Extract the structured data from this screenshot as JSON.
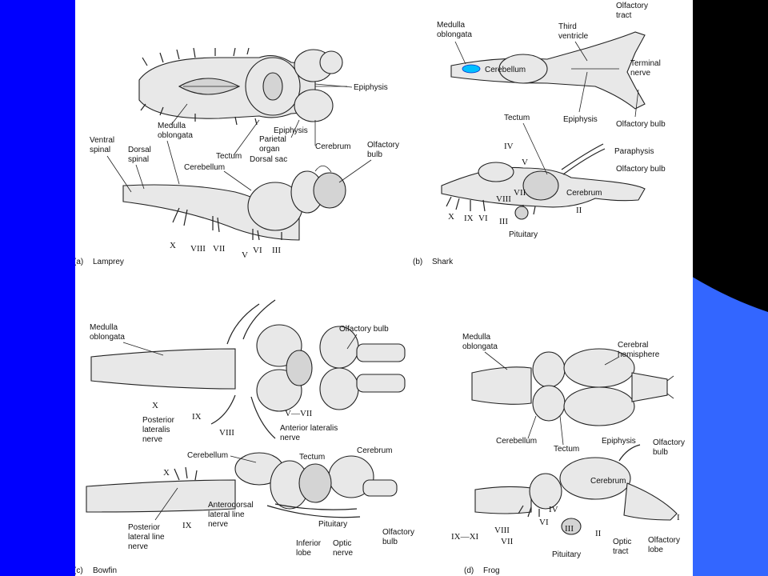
{
  "colors": {
    "strip": "#0000ff",
    "accent_light_blue": "#3366ff",
    "background": "#000000",
    "figure": "#ffffff"
  },
  "panels": {
    "a": {
      "caption_letter": "(a)",
      "caption_name": "Lamprey",
      "labels": {
        "epiphysis_top": "Epiphysis",
        "ventral": "Ventral",
        "spinal1": "spinal",
        "dorsal": "Dorsal",
        "spinal2": "spinal",
        "medulla": "Medulla",
        "oblongata": "oblongata",
        "epiphysis": "Epiphysis",
        "parietal": "Parietal",
        "organ": "organ",
        "cerebrum": "Cerebrum",
        "olf1": "Olfactory",
        "olf2": "bulb",
        "tectum": "Tectum",
        "dorsal_sac": "Dorsal sac",
        "cerebellum": "Cerebellum"
      },
      "numerals": {
        "x": "X",
        "viii": "VIII",
        "vii": "VII",
        "v": "V",
        "vi": "VI",
        "iii": "III"
      }
    },
    "b": {
      "caption_letter": "(b)",
      "caption_name": "Shark",
      "labels": {
        "medulla": "Medulla",
        "oblongata": "oblongata",
        "third": "Third",
        "ventricle": "ventricle",
        "olf_tract1": "Olfactory",
        "olf_tract2": "tract",
        "cerebellum": "Cerebellum",
        "terminal": "Terminal",
        "nerve": "nerve",
        "tectum": "Tectum",
        "epiphysis": "Epiphysis",
        "olf_bulb": "Olfactory bulb",
        "paraphysis": "Paraphysis",
        "olf_bulb2": "Olfactory bulb",
        "cerebrum": "Cerebrum",
        "pituitary": "Pituitary"
      },
      "numerals": {
        "iv": "IV",
        "v": "V",
        "vii": "VII",
        "viii": "VIII",
        "x": "X",
        "ix": "IX",
        "vi": "VI",
        "iii": "III",
        "ii": "II"
      }
    },
    "c": {
      "caption_letter": "(c)",
      "caption_name": "Bowfin",
      "labels": {
        "medulla": "Medulla",
        "oblongata": "oblongata",
        "olf_bulb": "Olfactory bulb",
        "post_lat1": "Posterior",
        "post_lat2": "lateralis",
        "post_lat3": "nerve",
        "ant_lat1": "Anterior lateralis",
        "ant_lat2": "nerve",
        "cerebellum": "Cerebellum",
        "tectum": "Tectum",
        "cerebrum": "Cerebrum",
        "pll1": "Posterior",
        "pll2": "lateral line",
        "pll3": "nerve",
        "ant1": "Anterodorsal",
        "ant2": "lateral line",
        "ant3": "nerve",
        "pituitary": "Pituitary",
        "inf1": "Inferior",
        "inf2": "lobe",
        "optic1": "Optic",
        "optic2": "nerve",
        "olf1": "Olfactory",
        "olf2": "bulb"
      },
      "numerals": {
        "x": "X",
        "ix": "IX",
        "viii": "VIII",
        "v_vii": "V—VII",
        "x2": "X",
        "ix2": "IX"
      }
    },
    "d": {
      "caption_letter": "(d)",
      "caption_name": "Frog",
      "labels": {
        "medulla": "Medulla",
        "oblongata": "oblongata",
        "cer_hem1": "Cerebral",
        "cer_hem2": "hemisphere",
        "cerebellum": "Cerebellum",
        "tectum": "Tectum",
        "epiphysis": "Epiphysis",
        "olf1": "Olfactory",
        "olf2": "bulb",
        "cerebrum": "Cerebrum",
        "pituitary": "Pituitary",
        "optic1": "Optic",
        "optic2": "tract",
        "olf_lobe1": "Olfactory",
        "olf_lobe2": "lobe"
      },
      "numerals": {
        "iv": "IV",
        "viii": "VIII",
        "vi": "VI",
        "vii": "VII",
        "ix_xi": "IX—XI",
        "iii": "III",
        "ii": "II",
        "i": "I"
      }
    }
  }
}
